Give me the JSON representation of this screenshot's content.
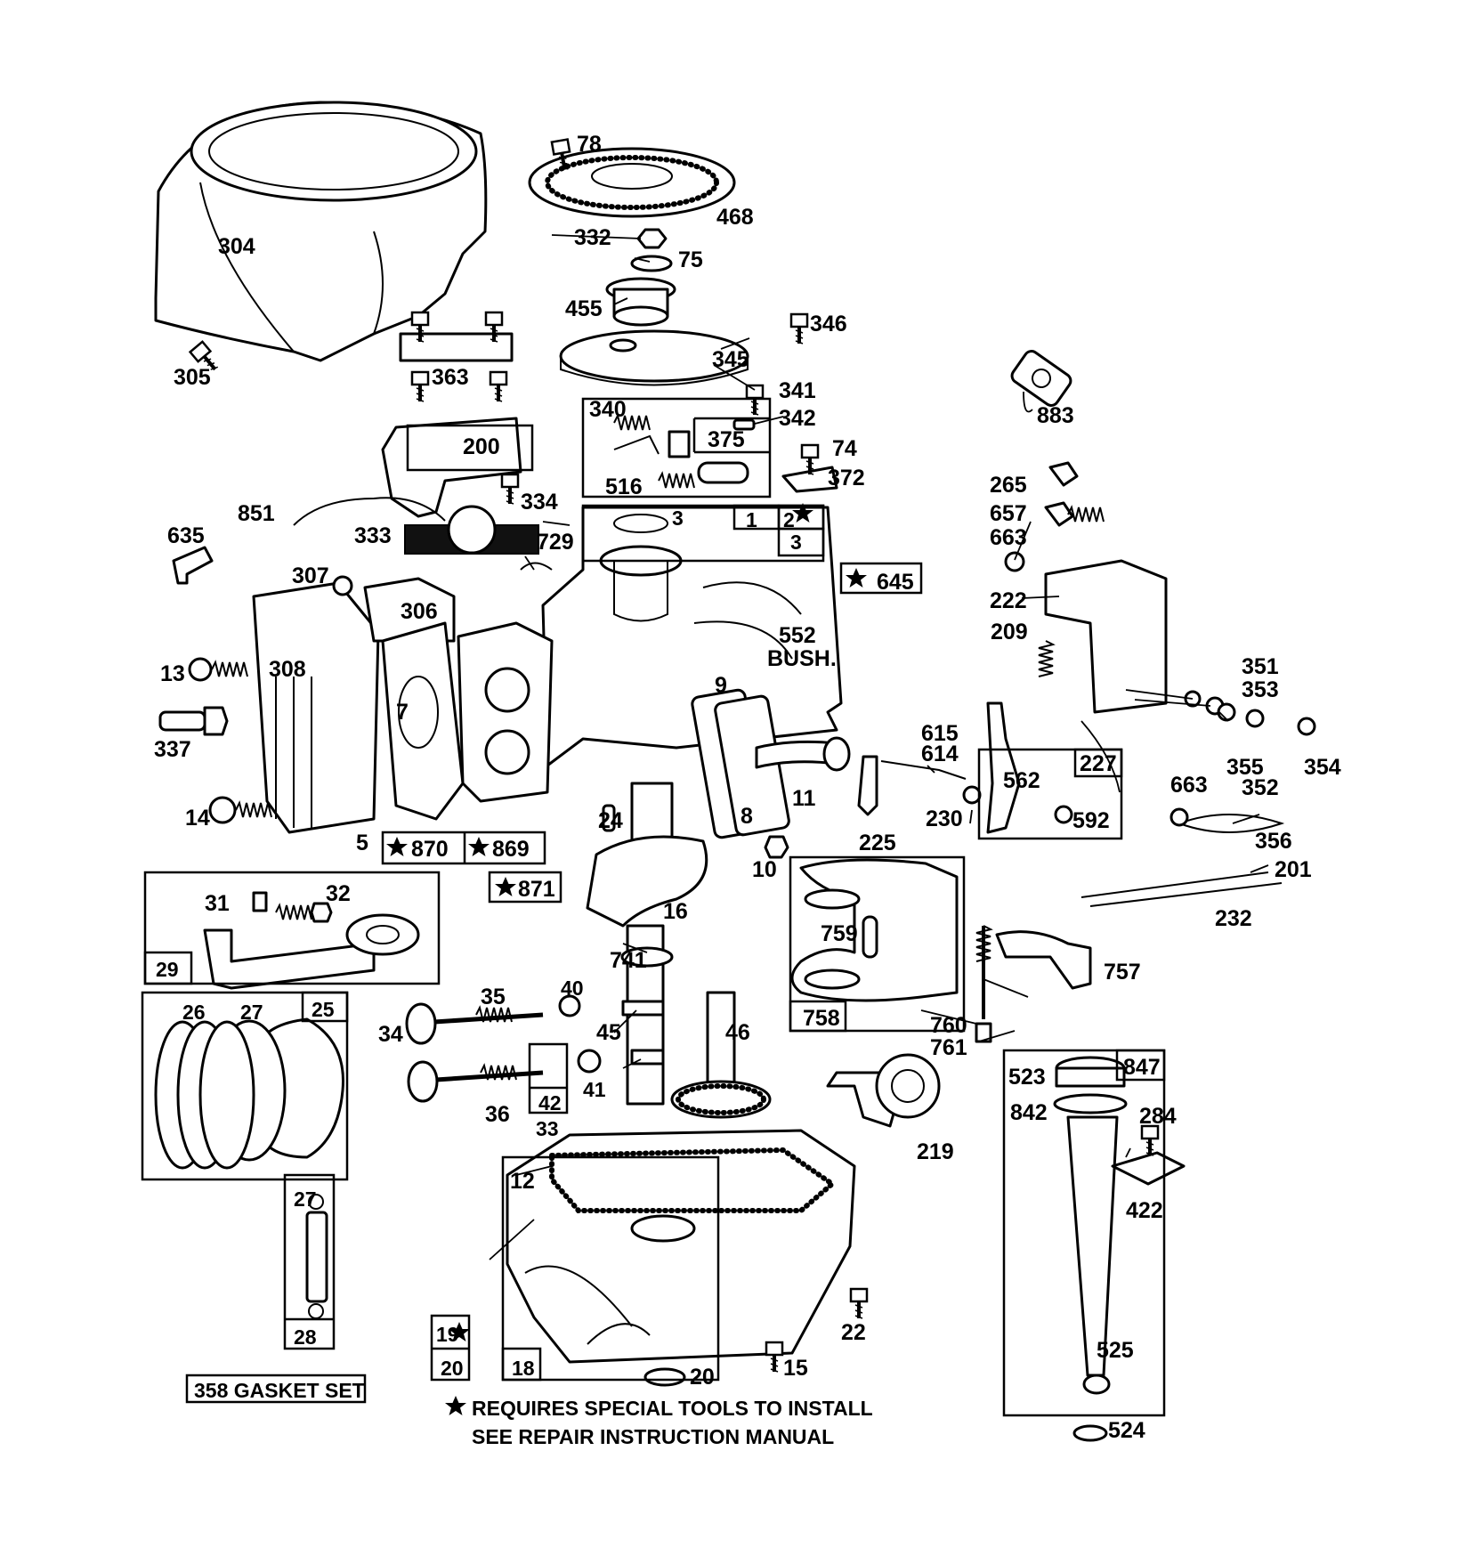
{
  "labels": [
    {
      "id": "p78",
      "text": "78"
    },
    {
      "id": "p468",
      "text": "468"
    },
    {
      "id": "p332",
      "text": "332"
    },
    {
      "id": "p75",
      "text": "75"
    },
    {
      "id": "p455",
      "text": "455"
    },
    {
      "id": "p346",
      "text": "346"
    },
    {
      "id": "p345",
      "text": "345"
    },
    {
      "id": "p304",
      "text": "304"
    },
    {
      "id": "p305",
      "text": "305"
    },
    {
      "id": "p363",
      "text": "363"
    },
    {
      "id": "p341",
      "text": "341"
    },
    {
      "id": "p342",
      "text": "342"
    },
    {
      "id": "p340",
      "text": "340"
    },
    {
      "id": "p375",
      "text": "375"
    },
    {
      "id": "p74",
      "text": "74"
    },
    {
      "id": "p372",
      "text": "372"
    },
    {
      "id": "p516",
      "text": "516"
    },
    {
      "id": "p883",
      "text": "883"
    },
    {
      "id": "p200",
      "text": "200"
    },
    {
      "id": "p851",
      "text": "851"
    },
    {
      "id": "p334",
      "text": "334"
    },
    {
      "id": "p333",
      "text": "333"
    },
    {
      "id": "p3a",
      "text": "3"
    },
    {
      "id": "p1",
      "text": "1"
    },
    {
      "id": "p2",
      "text": "2"
    },
    {
      "id": "p3b",
      "text": "3"
    },
    {
      "id": "p729",
      "text": "729"
    },
    {
      "id": "p645",
      "text": "645"
    },
    {
      "id": "p635",
      "text": "635"
    },
    {
      "id": "p307",
      "text": "307"
    },
    {
      "id": "p306",
      "text": "306"
    },
    {
      "id": "p265",
      "text": "265"
    },
    {
      "id": "p657",
      "text": "657"
    },
    {
      "id": "p663a",
      "text": "663"
    },
    {
      "id": "p222",
      "text": "222"
    },
    {
      "id": "p209",
      "text": "209"
    },
    {
      "id": "p552",
      "text": "552"
    },
    {
      "id": "pbush",
      "text": "BUSH."
    },
    {
      "id": "p308",
      "text": "308"
    },
    {
      "id": "p13",
      "text": "13"
    },
    {
      "id": "p7",
      "text": "7"
    },
    {
      "id": "p337",
      "text": "337"
    },
    {
      "id": "p9",
      "text": "9"
    },
    {
      "id": "p351",
      "text": "351"
    },
    {
      "id": "p353",
      "text": "353"
    },
    {
      "id": "p615",
      "text": "615"
    },
    {
      "id": "p614",
      "text": "614"
    },
    {
      "id": "p227",
      "text": "227"
    },
    {
      "id": "p562",
      "text": "562"
    },
    {
      "id": "p355",
      "text": "355"
    },
    {
      "id": "p354",
      "text": "354"
    },
    {
      "id": "p352",
      "text": "352"
    },
    {
      "id": "p663b",
      "text": "663"
    },
    {
      "id": "p11",
      "text": "11"
    },
    {
      "id": "p8",
      "text": "8"
    },
    {
      "id": "p230",
      "text": "230"
    },
    {
      "id": "p592",
      "text": "592"
    },
    {
      "id": "p14",
      "text": "14"
    },
    {
      "id": "p24",
      "text": "24"
    },
    {
      "id": "p5",
      "text": "5"
    },
    {
      "id": "p870",
      "text": "870"
    },
    {
      "id": "p869",
      "text": "869"
    },
    {
      "id": "p225",
      "text": "225"
    },
    {
      "id": "p356",
      "text": "356"
    },
    {
      "id": "p10",
      "text": "10"
    },
    {
      "id": "p871",
      "text": "871"
    },
    {
      "id": "p201",
      "text": "201"
    },
    {
      "id": "p31",
      "text": "31"
    },
    {
      "id": "p32",
      "text": "32"
    },
    {
      "id": "p16",
      "text": "16"
    },
    {
      "id": "p232",
      "text": "232"
    },
    {
      "id": "p759",
      "text": "759"
    },
    {
      "id": "p29",
      "text": "29"
    },
    {
      "id": "p741",
      "text": "741"
    },
    {
      "id": "p757",
      "text": "757"
    },
    {
      "id": "p35",
      "text": "35"
    },
    {
      "id": "p40",
      "text": "40"
    },
    {
      "id": "p26",
      "text": "26"
    },
    {
      "id": "p27a",
      "text": "27"
    },
    {
      "id": "p25",
      "text": "25"
    },
    {
      "id": "p34",
      "text": "34"
    },
    {
      "id": "p45",
      "text": "45"
    },
    {
      "id": "p46",
      "text": "46"
    },
    {
      "id": "p758",
      "text": "758"
    },
    {
      "id": "p760",
      "text": "760"
    },
    {
      "id": "p761",
      "text": "761"
    },
    {
      "id": "p41",
      "text": "41"
    },
    {
      "id": "p42",
      "text": "42"
    },
    {
      "id": "p36",
      "text": "36"
    },
    {
      "id": "p33",
      "text": "33"
    },
    {
      "id": "p523",
      "text": "523"
    },
    {
      "id": "p847",
      "text": "847"
    },
    {
      "id": "p842",
      "text": "842"
    },
    {
      "id": "p284",
      "text": "284"
    },
    {
      "id": "p219",
      "text": "219"
    },
    {
      "id": "p422",
      "text": "422"
    },
    {
      "id": "p27b",
      "text": "27"
    },
    {
      "id": "p12",
      "text": "12"
    },
    {
      "id": "p22",
      "text": "22"
    },
    {
      "id": "p19",
      "text": "19"
    },
    {
      "id": "p28",
      "text": "28"
    },
    {
      "id": "p20a",
      "text": "20"
    },
    {
      "id": "p18",
      "text": "18"
    },
    {
      "id": "p20b",
      "text": "20"
    },
    {
      "id": "p15",
      "text": "15"
    },
    {
      "id": "p525",
      "text": "525"
    },
    {
      "id": "p524",
      "text": "524"
    }
  ],
  "gasket_set": "358 GASKET SET",
  "footnote": {
    "line1": "REQUIRES SPECIAL TOOLS TO INSTALL",
    "line2": "SEE REPAIR INSTRUCTION MANUAL"
  }
}
